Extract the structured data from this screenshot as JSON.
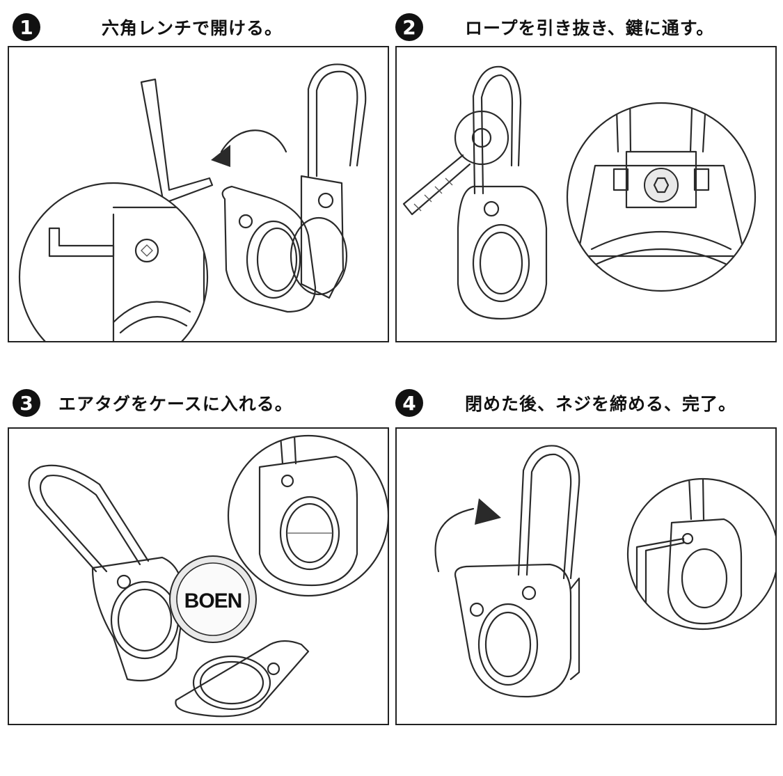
{
  "steps": [
    {
      "number": "1",
      "caption": "六角レンチで開ける。"
    },
    {
      "number": "2",
      "caption": "ロープを引き抜き、鍵に通す。"
    },
    {
      "number": "3",
      "caption": "エアタグをケースに入れる。"
    },
    {
      "number": "4",
      "caption": "閉めた後、ネジを締める、完了。"
    }
  ],
  "product_label": "BOEN"
}
